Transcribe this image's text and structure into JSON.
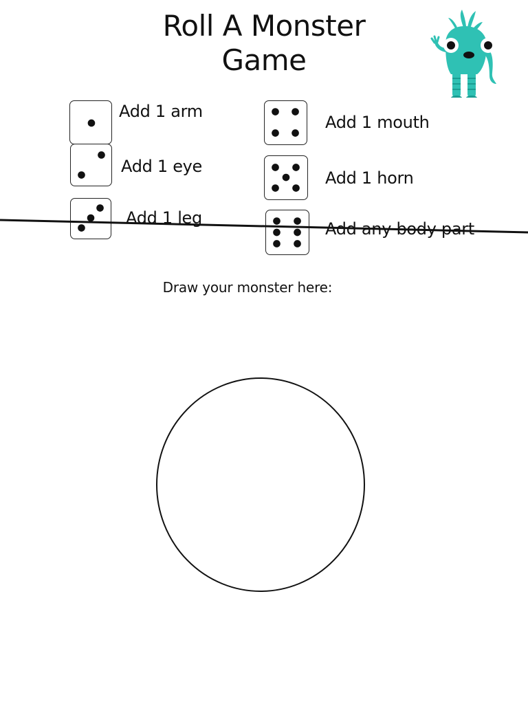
{
  "header": {
    "title_line_1": "Roll A Monster",
    "title_line_2": "Game",
    "mascot_icon": "teal-monster-icon"
  },
  "rules": [
    {
      "pips": 1,
      "label": "Add 1 arm"
    },
    {
      "pips": 2,
      "label": "Add 1 eye"
    },
    {
      "pips": 3,
      "label": "Add 1 leg"
    },
    {
      "pips": 4,
      "label": "Add 1 mouth"
    },
    {
      "pips": 5,
      "label": "Add 1 horn"
    },
    {
      "pips": 6,
      "label": "Add  any body part"
    }
  ],
  "drawing": {
    "prompt": "Draw your monster here:"
  },
  "colors": {
    "ink": "#111111",
    "monster_teal": "#2fc1b4",
    "monster_dark_teal": "#1a9d92"
  }
}
